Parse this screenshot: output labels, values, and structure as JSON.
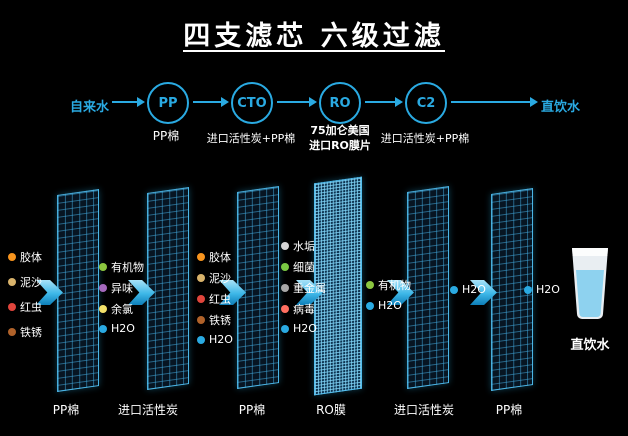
{
  "colors": {
    "accent": "#2aaae2",
    "text": "#ffffff"
  },
  "title": {
    "text": "四支滤芯  六级过滤"
  },
  "flow": {
    "source": "自来水",
    "destination": "直饮水",
    "stages": [
      {
        "abbr": "PP",
        "caption": "PP棉"
      },
      {
        "abbr": "CTO",
        "caption": "进口活性炭+PP棉"
      },
      {
        "abbr": "RO",
        "caption_line1": "75加仑美国",
        "caption_line2": "进口RO膜片"
      },
      {
        "abbr": "C2",
        "caption": "进口活性炭+PP棉"
      }
    ]
  },
  "filters": {
    "panel_labels": [
      "PP棉",
      "进口活性炭",
      "PP棉",
      "RO膜",
      "进口活性炭",
      "PP棉"
    ]
  },
  "pollutant_groups": [
    {
      "items": [
        {
          "label": "胶体",
          "color": "#f7941e"
        },
        {
          "label": "泥沙",
          "color": "#d9b36b"
        },
        {
          "label": "红虫",
          "color": "#e0453c"
        },
        {
          "label": "铁锈",
          "color": "#b0622a"
        }
      ]
    },
    {
      "items": [
        {
          "label": "有机物",
          "color": "#8cc63f"
        },
        {
          "label": "异味",
          "color": "#a569bd"
        },
        {
          "label": "余氯",
          "color": "#f2e16a"
        },
        {
          "label": "H2O",
          "color": "#2aaae2"
        }
      ]
    },
    {
      "items": [
        {
          "label": "胶体",
          "color": "#f7941e"
        },
        {
          "label": "泥沙",
          "color": "#d9b36b"
        },
        {
          "label": "红虫",
          "color": "#e0453c"
        },
        {
          "label": "铁锈",
          "color": "#b0622a"
        },
        {
          "label": "H2O",
          "color": "#2aaae2"
        }
      ]
    },
    {
      "items": [
        {
          "label": "水垢",
          "color": "#d6d6d6"
        },
        {
          "label": "细菌",
          "color": "#7ac943"
        },
        {
          "label": "重金属",
          "color": "#a8a8a8"
        },
        {
          "label": "病毒",
          "color": "#ff6f61"
        },
        {
          "label": "H2O",
          "color": "#2aaae2"
        }
      ]
    },
    {
      "items": [
        {
          "label": "有机物",
          "color": "#8cc63f"
        },
        {
          "label": "H2O",
          "color": "#2aaae2"
        }
      ]
    },
    {
      "items": [
        {
          "label": "H2O",
          "color": "#2aaae2"
        }
      ]
    },
    {
      "items": [
        {
          "label": "H2O",
          "color": "#2aaae2"
        }
      ]
    }
  ],
  "result": {
    "label": "直饮水"
  }
}
